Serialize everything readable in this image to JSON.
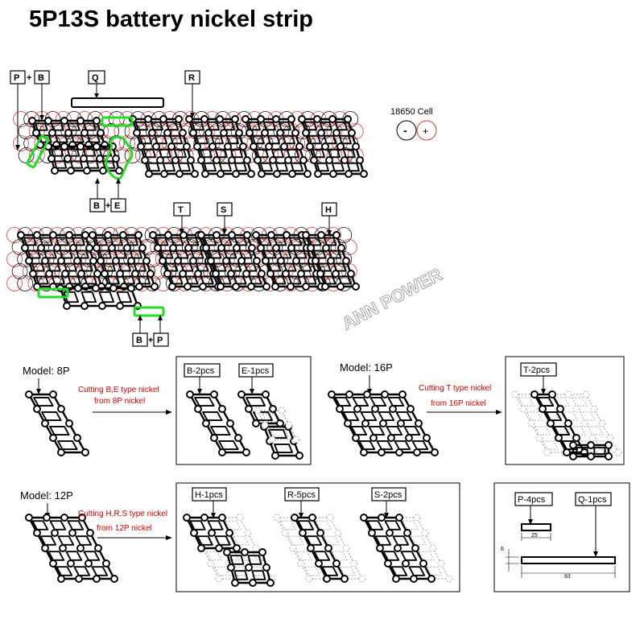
{
  "title": "5P13S battery nickel strip",
  "cell_legend": {
    "label": "18650 Cell",
    "negative": "-",
    "positive": "+"
  },
  "watermark": "ANN POWER",
  "callouts": {
    "p_plus_b_top": {
      "left": "P",
      "plus": "+",
      "right": "B"
    },
    "q": "Q",
    "r": "R",
    "b_plus_e": {
      "left": "B",
      "plus": "+",
      "right": "E"
    },
    "t": "T",
    "s": "S",
    "h": "H",
    "b_plus_p_bottom": {
      "left": "B",
      "plus": "+",
      "right": "P"
    }
  },
  "models": {
    "m8": {
      "model": "Model: 8P",
      "cut_line1": "Cutting B,E type nickel",
      "cut_line2": "from 8P nickel",
      "out1": "B-2pcs",
      "out2": "E-1pcs"
    },
    "m16": {
      "model": "Model: 16P",
      "cut_line1": "Cutting T type nickel",
      "cut_line2": "from 16P nickel",
      "out1": "T-2pcs"
    },
    "m12": {
      "model": "Model: 12P",
      "cut_line1": "Cutting H,R,S type nickel",
      "cut_line2": "from 12P nickel",
      "out1": "H-1pcs",
      "out2": "R-5pcs",
      "out3": "S-2pcs"
    },
    "pq": {
      "p": "P-4pcs",
      "q": "Q-1pcs",
      "dim_p": "25",
      "dim_q": "83",
      "dim_h": "6"
    }
  },
  "colors": {
    "cell_red": "#e23b3b",
    "highlight_green": "#22dd22",
    "annotation_red": "#d40000"
  }
}
